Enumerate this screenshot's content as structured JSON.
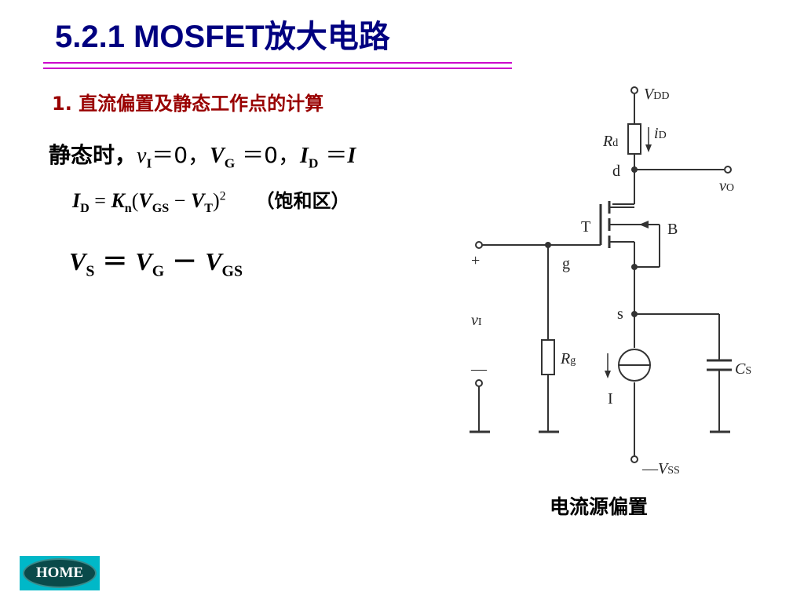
{
  "title": "5.2.1  MOSFET放大电路",
  "section_heading": "1. 直流偏置及静态工作点的计算",
  "equation1": {
    "prefix": "静态时，",
    "v": "v",
    "v_sub": "I",
    "eq_zero_1": "＝0，",
    "vg": "V",
    "vg_sub": "G",
    "eq_zero_2": " ＝0，",
    "id": "I",
    "id_sub": "D",
    "eq_i": " ＝",
    "i": "I"
  },
  "equation2": {
    "id": "I",
    "id_sub": "D",
    "eq_k": " = ",
    "k": "K",
    "k_sub": "n",
    "open": "(",
    "vgs": "V",
    "vgs_sub": "GS",
    "minus": " − ",
    "vt": "V",
    "vt_sub": "T",
    "close": ")",
    "power": "2",
    "note": "（饱和区）"
  },
  "equation3": {
    "vs": "V",
    "vs_sub": "S",
    "eq": "＝",
    "vg": "V",
    "vg_sub": "G",
    "minus": "－",
    "vgs": "V",
    "vgs_sub": "GS"
  },
  "circuit": {
    "vdd": "V",
    "vdd_sub": "DD",
    "rd": "R",
    "rd_sub": "d",
    "id_label": "i",
    "id_label_sub": "D",
    "node_d": "d",
    "vo": "v",
    "vo_sub": "O",
    "transistor": "T",
    "body": "B",
    "plus": "+",
    "node_g": "g",
    "vi": "v",
    "vi_sub": "I",
    "node_s": "s",
    "rg": "R",
    "rg_sub": "g",
    "minus": "—",
    "cs": "C",
    "cs_sub": "S",
    "current_source": "I",
    "vss_prefix": "—",
    "vss": "V",
    "vss_sub": "SS"
  },
  "caption": "电流源偏置",
  "home_button": "HOME",
  "colors": {
    "title": "#000080",
    "section": "#990000",
    "rule": "#cc00cc",
    "home_bg": "#00b8c8"
  }
}
